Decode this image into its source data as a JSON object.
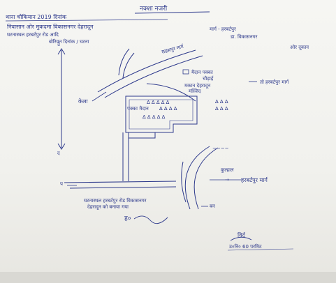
{
  "document": {
    "title": "नक्शा नजरी",
    "header_lines": [
      "थाना चौकियान 2019 दिनांक",
      "निवासान ओर मुकदमा विकासनगर देहरादून",
      "घटनास्थल हरबर्टपुर रोड आदि",
      "बोरियन दिनांक / घटना"
    ],
    "right_notes": [
      "मार्ग - हरबर्टपुर",
      "डा. विकासनगर",
      "ओर दूकान"
    ],
    "road_top_label": "सहसपुर मार्ग",
    "left_label": "केला",
    "box_label_1": "मैदान पक्का",
    "box_label_2": "चौड़ाई",
    "box_label_3": "मकान देहरादून",
    "box_label_4": "तो हरबर्टपुर मार्ग",
    "crowd_label": "पक्का मैदान",
    "road_right_label": "हरबर्टपुर मार्ग",
    "curve_label": "कुल्हाल",
    "bottom_label": "बन",
    "footnote_lines": [
      "घटनास्थल हरबर्टपुर रोड विकासनगर",
      "देहरादून को बनाया गया"
    ],
    "signature_1": "ह०",
    "signature_2_name": "विर्द",
    "signature_2_line": "उ०नि० 60 परमिट",
    "colors": {
      "ink": "#2e3a8c",
      "paper": "#f3f3ef"
    }
  }
}
